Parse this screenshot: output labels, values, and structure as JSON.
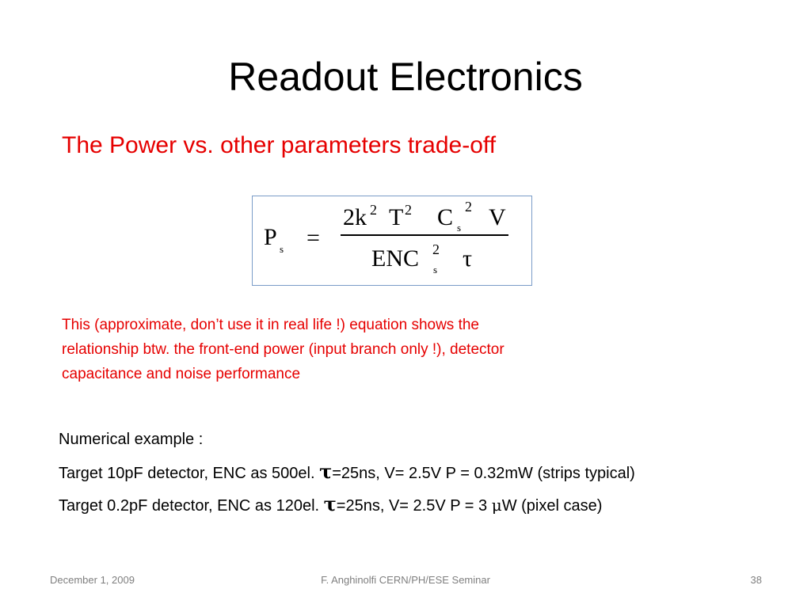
{
  "slide": {
    "title": "Readout Electronics",
    "subtitle": "The Power vs. other parameters trade-off",
    "equation": {
      "lhs": "P",
      "lhs_sub": "s",
      "equals": "=",
      "num_2k": "2k",
      "num_2k_sup": "2",
      "num_T": "T",
      "num_T_sup": "2",
      "num_C": "C",
      "num_C_sub": "s",
      "num_C_sup": "2",
      "num_V": "V",
      "den_ENC": "ENC",
      "den_ENC_sub": "s",
      "den_ENC_sup": "2",
      "den_tau": "τ"
    },
    "note_lines": [
      "This (approximate, don’t use it in real life !) equation shows the",
      "relationship btw. the front-end power  (input branch only !), detector",
      "capacitance and noise performance"
    ],
    "numerical": {
      "heading": "Numerical example :",
      "line1_pre": "Target 10pF detector, ENC as 500el. ",
      "line1_tau": "τ",
      "line1_post": "=25ns, V= 2.5V P = 0.32mW  (strips typical)",
      "line2_pre": "Target 0.2pF detector, ENC as 120el. ",
      "line2_tau": "τ",
      "line2_mid": "=25ns, V= 2.5V P = 3 ",
      "line2_mu": "μ",
      "line2_post": "W (pixel case)"
    },
    "footer": {
      "date": "December 1, 2009",
      "center": "F. Anghinolfi CERN/PH/ESE Seminar",
      "page": "38"
    }
  }
}
